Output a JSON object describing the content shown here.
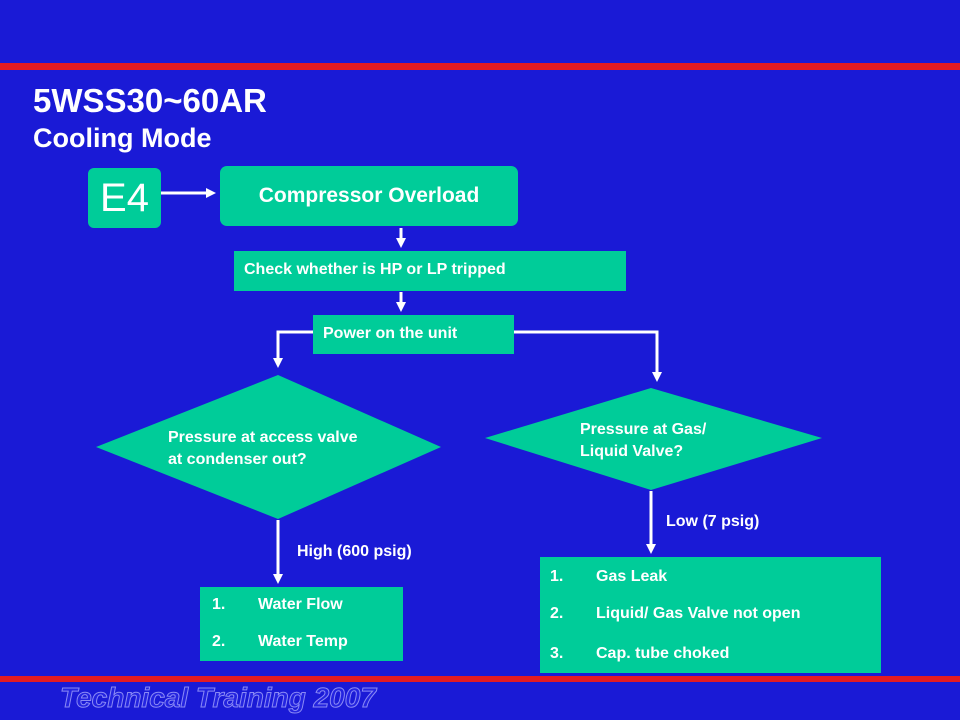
{
  "slide": {
    "title": "5WSS30~60AR",
    "subtitle": "Cooling Mode",
    "footer_watermark": "Technical Training 2007"
  },
  "flowchart": {
    "error_code": "E4",
    "fault": "Compressor Overload",
    "step1": "Check whether is HP or LP tripped",
    "step2": "Power on the unit",
    "decision_left": {
      "line1": "Pressure at access valve",
      "line2": "at condenser out?"
    },
    "decision_right": {
      "line1": "Pressure at Gas/",
      "line2": "Liquid Valve?"
    },
    "branch_left_label": "High (600 psig)",
    "branch_right_label": "Low (7 psig)",
    "result_left": [
      {
        "num": "1.",
        "text": "Water Flow"
      },
      {
        "num": "2.",
        "text": "Water Temp"
      }
    ],
    "result_right": [
      {
        "num": "1.",
        "text": "Gas Leak"
      },
      {
        "num": "2.",
        "text": "Liquid/ Gas Valve not open"
      },
      {
        "num": "3.",
        "text": "Cap. tube choked"
      }
    ]
  },
  "colors": {
    "background": "#1a1ad6",
    "accent_stripe": "#e31b23",
    "node_fill": "#00cc99",
    "text": "#ffffff"
  }
}
